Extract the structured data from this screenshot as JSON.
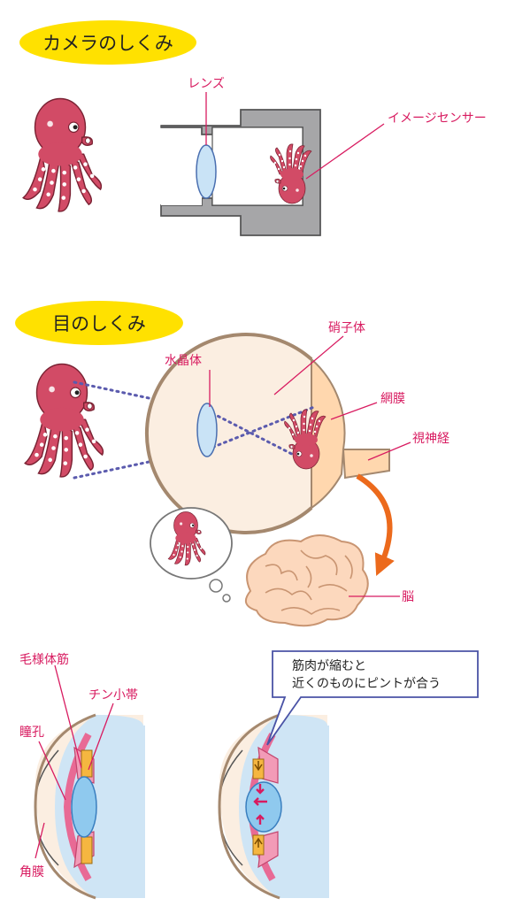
{
  "sections": {
    "camera_title": "カメラのしくみ",
    "eye_title": "目のしくみ"
  },
  "camera": {
    "lens_label": "レンズ",
    "sensor_label": "イメージセンサー"
  },
  "eye": {
    "crystalline_lens_label": "水晶体",
    "vitreous_label": "硝子体",
    "retina_label": "網膜",
    "optic_nerve_label": "視神経",
    "brain_label": "脳"
  },
  "focus": {
    "ciliary_muscle_label": "毛様体筋",
    "zonule_label": "チン小帯",
    "pupil_label": "瞳孔",
    "cornea_label": "角膜",
    "callout_line1": "筋肉が縮むと",
    "callout_line2": "近くのものにピントが合う"
  },
  "colors": {
    "octopus": "#d24b66",
    "label_pink": "#d81b60",
    "title_badge": "#ffe100",
    "camera_body": "#a6a6a8",
    "lens_blue": "#c9e3f6",
    "eye_white": "#fbeee1",
    "retina_peach": "#ffd7ae",
    "brain": "#fcd8bd",
    "arrow_orange": "#ec6a1c",
    "dotted_blue": "#5b5bae",
    "callout_border": "#4a53a6"
  }
}
